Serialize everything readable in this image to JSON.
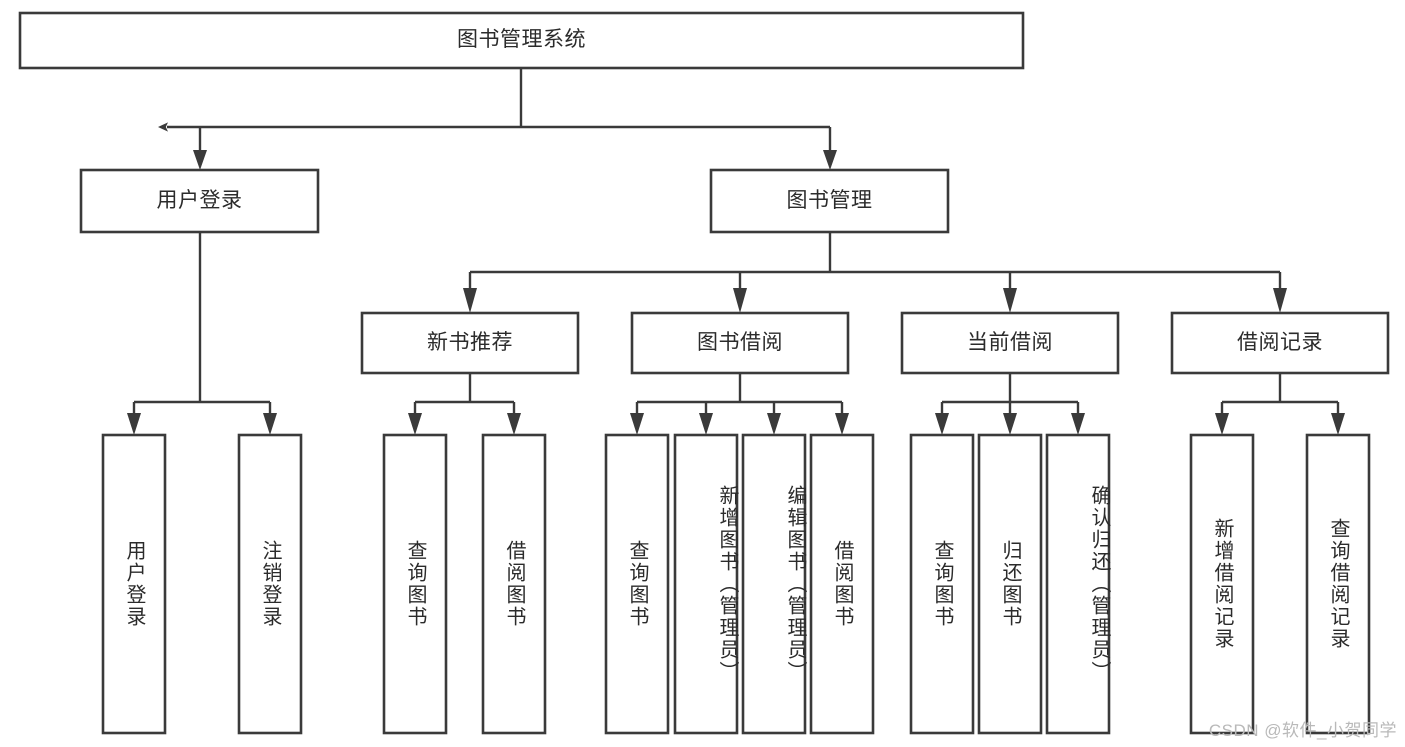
{
  "diagram": {
    "type": "tree-hierarchy-diagram",
    "title": "图书管理系统",
    "watermark": "CSDN @软件_小贺同学",
    "colors": {
      "box_stroke": "#3a3a3a",
      "box_fill": "#ffffff",
      "connector": "#3a3a3a",
      "text": "#2b2b2b",
      "watermark": "#b9b9b9",
      "background": "#ffffff"
    },
    "levels": {
      "root": "图书管理系统",
      "level2": [
        "用户登录",
        "图书管理"
      ],
      "level3": [
        "新书推荐",
        "图书借阅",
        "当前借阅",
        "借阅记录"
      ]
    },
    "nodes": {
      "root": {
        "label": "图书管理系统"
      },
      "user_login": {
        "label": "用户登录"
      },
      "book_manage": {
        "label": "图书管理"
      },
      "new_book_rec": {
        "label": "新书推荐"
      },
      "book_borrow": {
        "label": "图书借阅"
      },
      "current_borrow": {
        "label": "当前借阅"
      },
      "borrow_record": {
        "label": "借阅记录"
      }
    },
    "leaves": {
      "user_login": [
        {
          "label": "用户登录"
        },
        {
          "label": "注销登录"
        }
      ],
      "new_book_rec": [
        {
          "label": "查询图书"
        },
        {
          "label": "借阅图书"
        }
      ],
      "book_borrow": [
        {
          "label": "查询图书"
        },
        {
          "label": "新增图书（管理员）"
        },
        {
          "label": "编辑图书（管理员）"
        },
        {
          "label": "借阅图书"
        }
      ],
      "current_borrow": [
        {
          "label": "查询图书"
        },
        {
          "label": "归还图书"
        },
        {
          "label": "确认归还（管理员）"
        }
      ],
      "borrow_record": [
        {
          "label": "新增借阅记录"
        },
        {
          "label": "查询借阅记录"
        }
      ]
    },
    "edges": [
      {
        "from": "图书管理系统",
        "to": "用户登录"
      },
      {
        "from": "图书管理系统",
        "to": "图书管理"
      },
      {
        "from": "用户登录",
        "to": "用户登录"
      },
      {
        "from": "用户登录",
        "to": "注销登录"
      },
      {
        "from": "图书管理",
        "to": "新书推荐"
      },
      {
        "from": "图书管理",
        "to": "图书借阅"
      },
      {
        "from": "图书管理",
        "to": "当前借阅"
      },
      {
        "from": "图书管理",
        "to": "借阅记录"
      },
      {
        "from": "新书推荐",
        "to": "查询图书"
      },
      {
        "from": "新书推荐",
        "to": "借阅图书"
      },
      {
        "from": "图书借阅",
        "to": "查询图书"
      },
      {
        "from": "图书借阅",
        "to": "新增图书（管理员）"
      },
      {
        "from": "图书借阅",
        "to": "编辑图书（管理员）"
      },
      {
        "from": "图书借阅",
        "to": "借阅图书"
      },
      {
        "from": "当前借阅",
        "to": "查询图书"
      },
      {
        "from": "当前借阅",
        "to": "归还图书"
      },
      {
        "from": "当前借阅",
        "to": "确认归还（管理员）"
      },
      {
        "from": "借阅记录",
        "to": "新增借阅记录"
      },
      {
        "from": "借阅记录",
        "to": "查询借阅记录"
      }
    ]
  }
}
